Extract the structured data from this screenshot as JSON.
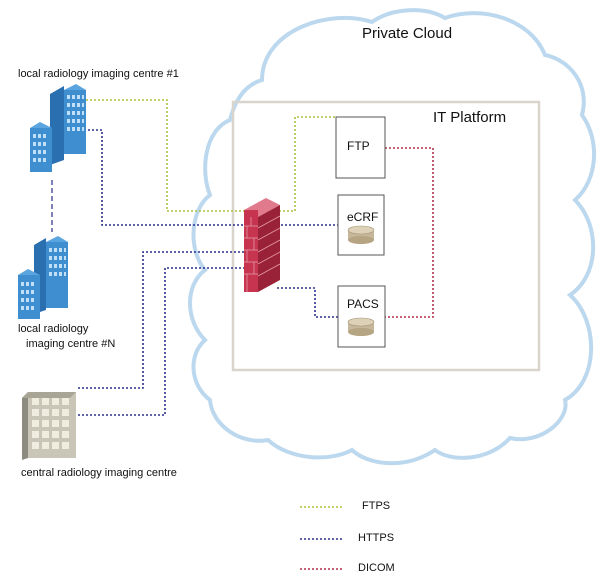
{
  "cloud_label": "Private Cloud",
  "platform_label": "IT Platform",
  "sites": {
    "local_1": "local  radiology imaging centre #1",
    "local_n_line1": "local  radiology",
    "local_n_line2": "imaging centre #N",
    "central": "central radiology imaging centre"
  },
  "servers": {
    "ftp": "FTP",
    "ecrf": "eCRF",
    "pacs": "PACS"
  },
  "legend": [
    {
      "label": "FTPS",
      "color": "#a7c43b"
    },
    {
      "label": "HTTPS",
      "color": "#2b2f8c"
    },
    {
      "label": "DICOM",
      "color": "#b2324a"
    }
  ],
  "icons": {
    "local_building": "building-icon",
    "central_building": "office-building-icon",
    "firewall": "firewall-icon",
    "database": "database-icon"
  },
  "colors": {
    "cloud_outline": "#bcd8ee",
    "building_blue": "#3f8fd0",
    "firewall_red": "#c6344f",
    "platform_border": "#d9d5cc"
  }
}
